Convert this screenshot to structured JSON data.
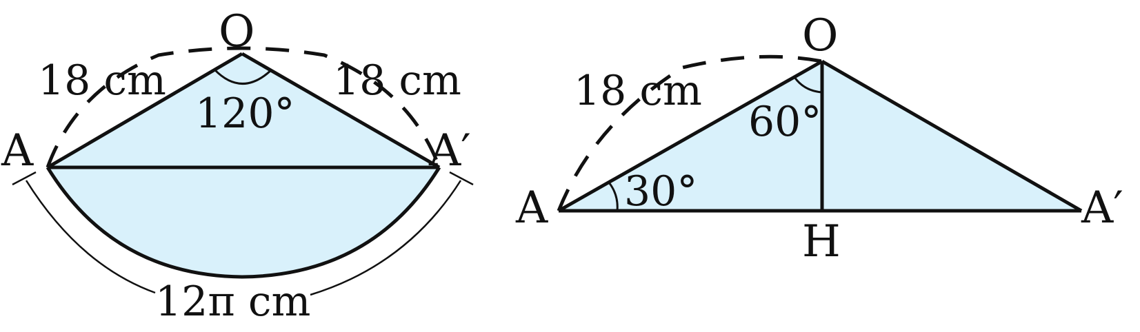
{
  "colors": {
    "fill": "#d9f1fb",
    "stroke": "#111111",
    "background": "#ffffff"
  },
  "left": {
    "vertex_top": "O",
    "vertex_left": "A",
    "vertex_right": "A′",
    "side_left_length": "18 cm",
    "side_right_length": "18 cm",
    "apex_angle": "120°",
    "arc_length": "12π cm"
  },
  "right": {
    "vertex_top": "O",
    "vertex_left": "A",
    "vertex_right": "A′",
    "vertex_foot": "H",
    "side_length": "18 cm",
    "angle_at_O": "60°",
    "angle_at_A": "30°"
  }
}
